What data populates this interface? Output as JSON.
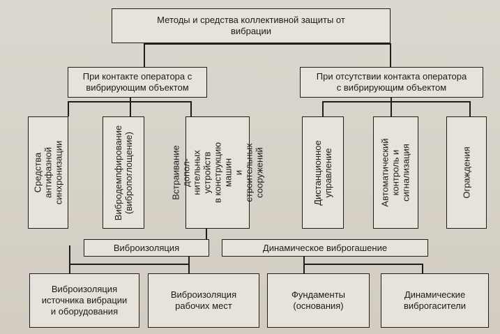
{
  "diagram": {
    "root": "Методы и средства коллективной защиты от\nвибрации",
    "branch_contact": "При контакте оператора с\nвибрирующим объектом",
    "branch_no_contact": "При отсутствии контакта оператора\nс вибрирующим объектом",
    "contact_methods": [
      "Средства антифазной\nсинхронизации",
      "Вибродемпфирование\n(вибропоглощение)",
      "Встраивание допол-\nнительных устройств\nв конструкцию машин\nи строительных\nсооружений"
    ],
    "no_contact_methods": [
      "Дистанционное\nуправление",
      "Автоматический\nконтроль и\nсигнализация",
      "Ограждения"
    ],
    "group_isolation": "Виброизоляция",
    "group_damping": "Динамическое виброгашение",
    "isolation_items": [
      "Виброизоляция\nисточника вибрации\nи оборудования",
      "Виброизоляция\nрабочих мест"
    ],
    "damping_items": [
      "Фундаменты\n(основания)",
      "Динамические\nвиброгасители"
    ]
  }
}
